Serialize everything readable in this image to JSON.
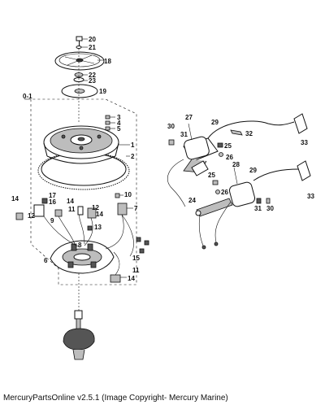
{
  "footer": {
    "text": "MercuryPartsOnline v2.5.1 (Image Copyright- Mercury Marine)"
  },
  "labels": {
    "n0_1": "0-1",
    "n1": "1",
    "n2": "2",
    "n3": "3",
    "n4": "4",
    "n5": "5",
    "n6": "6",
    "n7": "7",
    "n8": "8",
    "n9": "9",
    "n10": "10",
    "n11a": "11",
    "n11b": "11",
    "n12a": "12",
    "n12b": "12",
    "n13": "13",
    "n14a": "14",
    "n14b": "14",
    "n14c": "14",
    "n14d": "14",
    "n15": "15",
    "n16": "16",
    "n17": "17",
    "n18": "18",
    "n19": "19",
    "n20": "20",
    "n21": "21",
    "n22": "22",
    "n23": "23",
    "n24": "24",
    "n25a": "25",
    "n25b": "25",
    "n26a": "26",
    "n26b": "26",
    "n27": "27",
    "n28": "28",
    "n29a": "29",
    "n29b": "29",
    "n30a": "30",
    "n30b": "30",
    "n31a": "31",
    "n31b": "31",
    "n32": "32",
    "n33a": "33",
    "n33b": "33"
  }
}
